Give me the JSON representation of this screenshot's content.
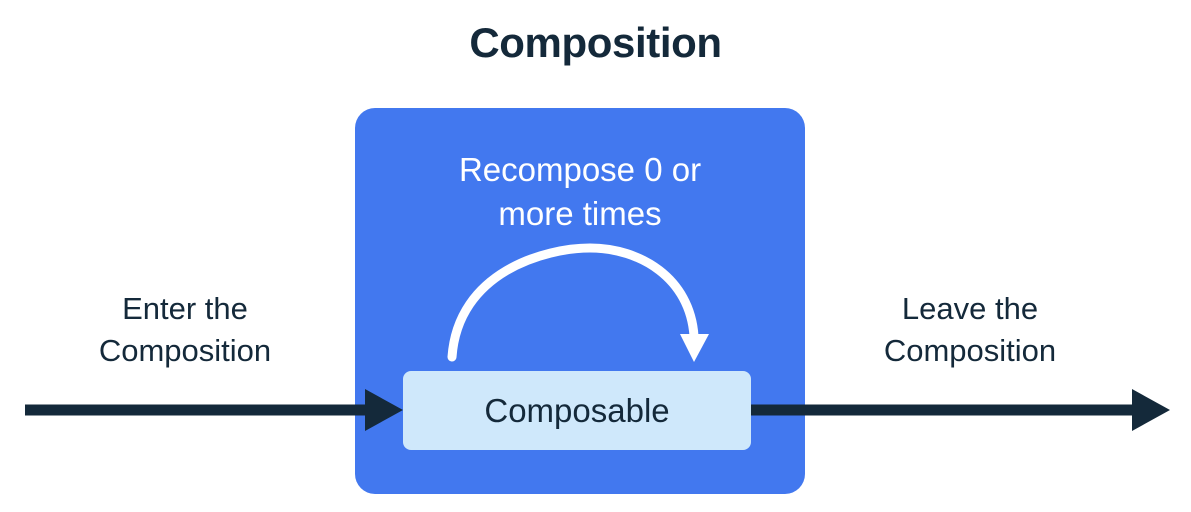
{
  "title": "Composition",
  "colors": {
    "background": "#ffffff",
    "title_text": "#14293a",
    "panel_blue": "#4278ef",
    "node_light_blue": "#cfe8fb",
    "node_text": "#14293a",
    "panel_text": "#ffffff",
    "arrow_dark": "#14293a",
    "arrow_white": "#ffffff"
  },
  "composition_panel": {
    "recompose_label": "Recompose 0 or\nmore times",
    "composable_node": {
      "label": "Composable"
    },
    "recompose_arrow": {
      "name": "recompose-loop-arrow",
      "direction": "clockwise-loop",
      "color": "#ffffff"
    }
  },
  "flow": {
    "enter_label": "Enter the\nComposition",
    "leave_label": "Leave the\nComposition",
    "enter_arrow": {
      "name": "enter-composition-arrow",
      "direction": "right",
      "color": "#14293a"
    },
    "leave_arrow": {
      "name": "leave-composition-arrow",
      "direction": "right",
      "color": "#14293a"
    }
  },
  "chart_data": {
    "type": "diagram",
    "title": "Composition",
    "nodes": [
      {
        "id": "composition",
        "label": "Composition",
        "kind": "container",
        "color": "#4278ef"
      },
      {
        "id": "composable",
        "label": "Composable",
        "kind": "node",
        "color": "#cfe8fb"
      }
    ],
    "edges": [
      {
        "from": "outside-left",
        "to": "composable",
        "label": "Enter the Composition",
        "color": "#14293a"
      },
      {
        "from": "composable",
        "to": "composable",
        "label": "Recompose 0 or more times",
        "color": "#ffffff"
      },
      {
        "from": "composable",
        "to": "outside-right",
        "label": "Leave the Composition",
        "color": "#14293a"
      }
    ]
  }
}
